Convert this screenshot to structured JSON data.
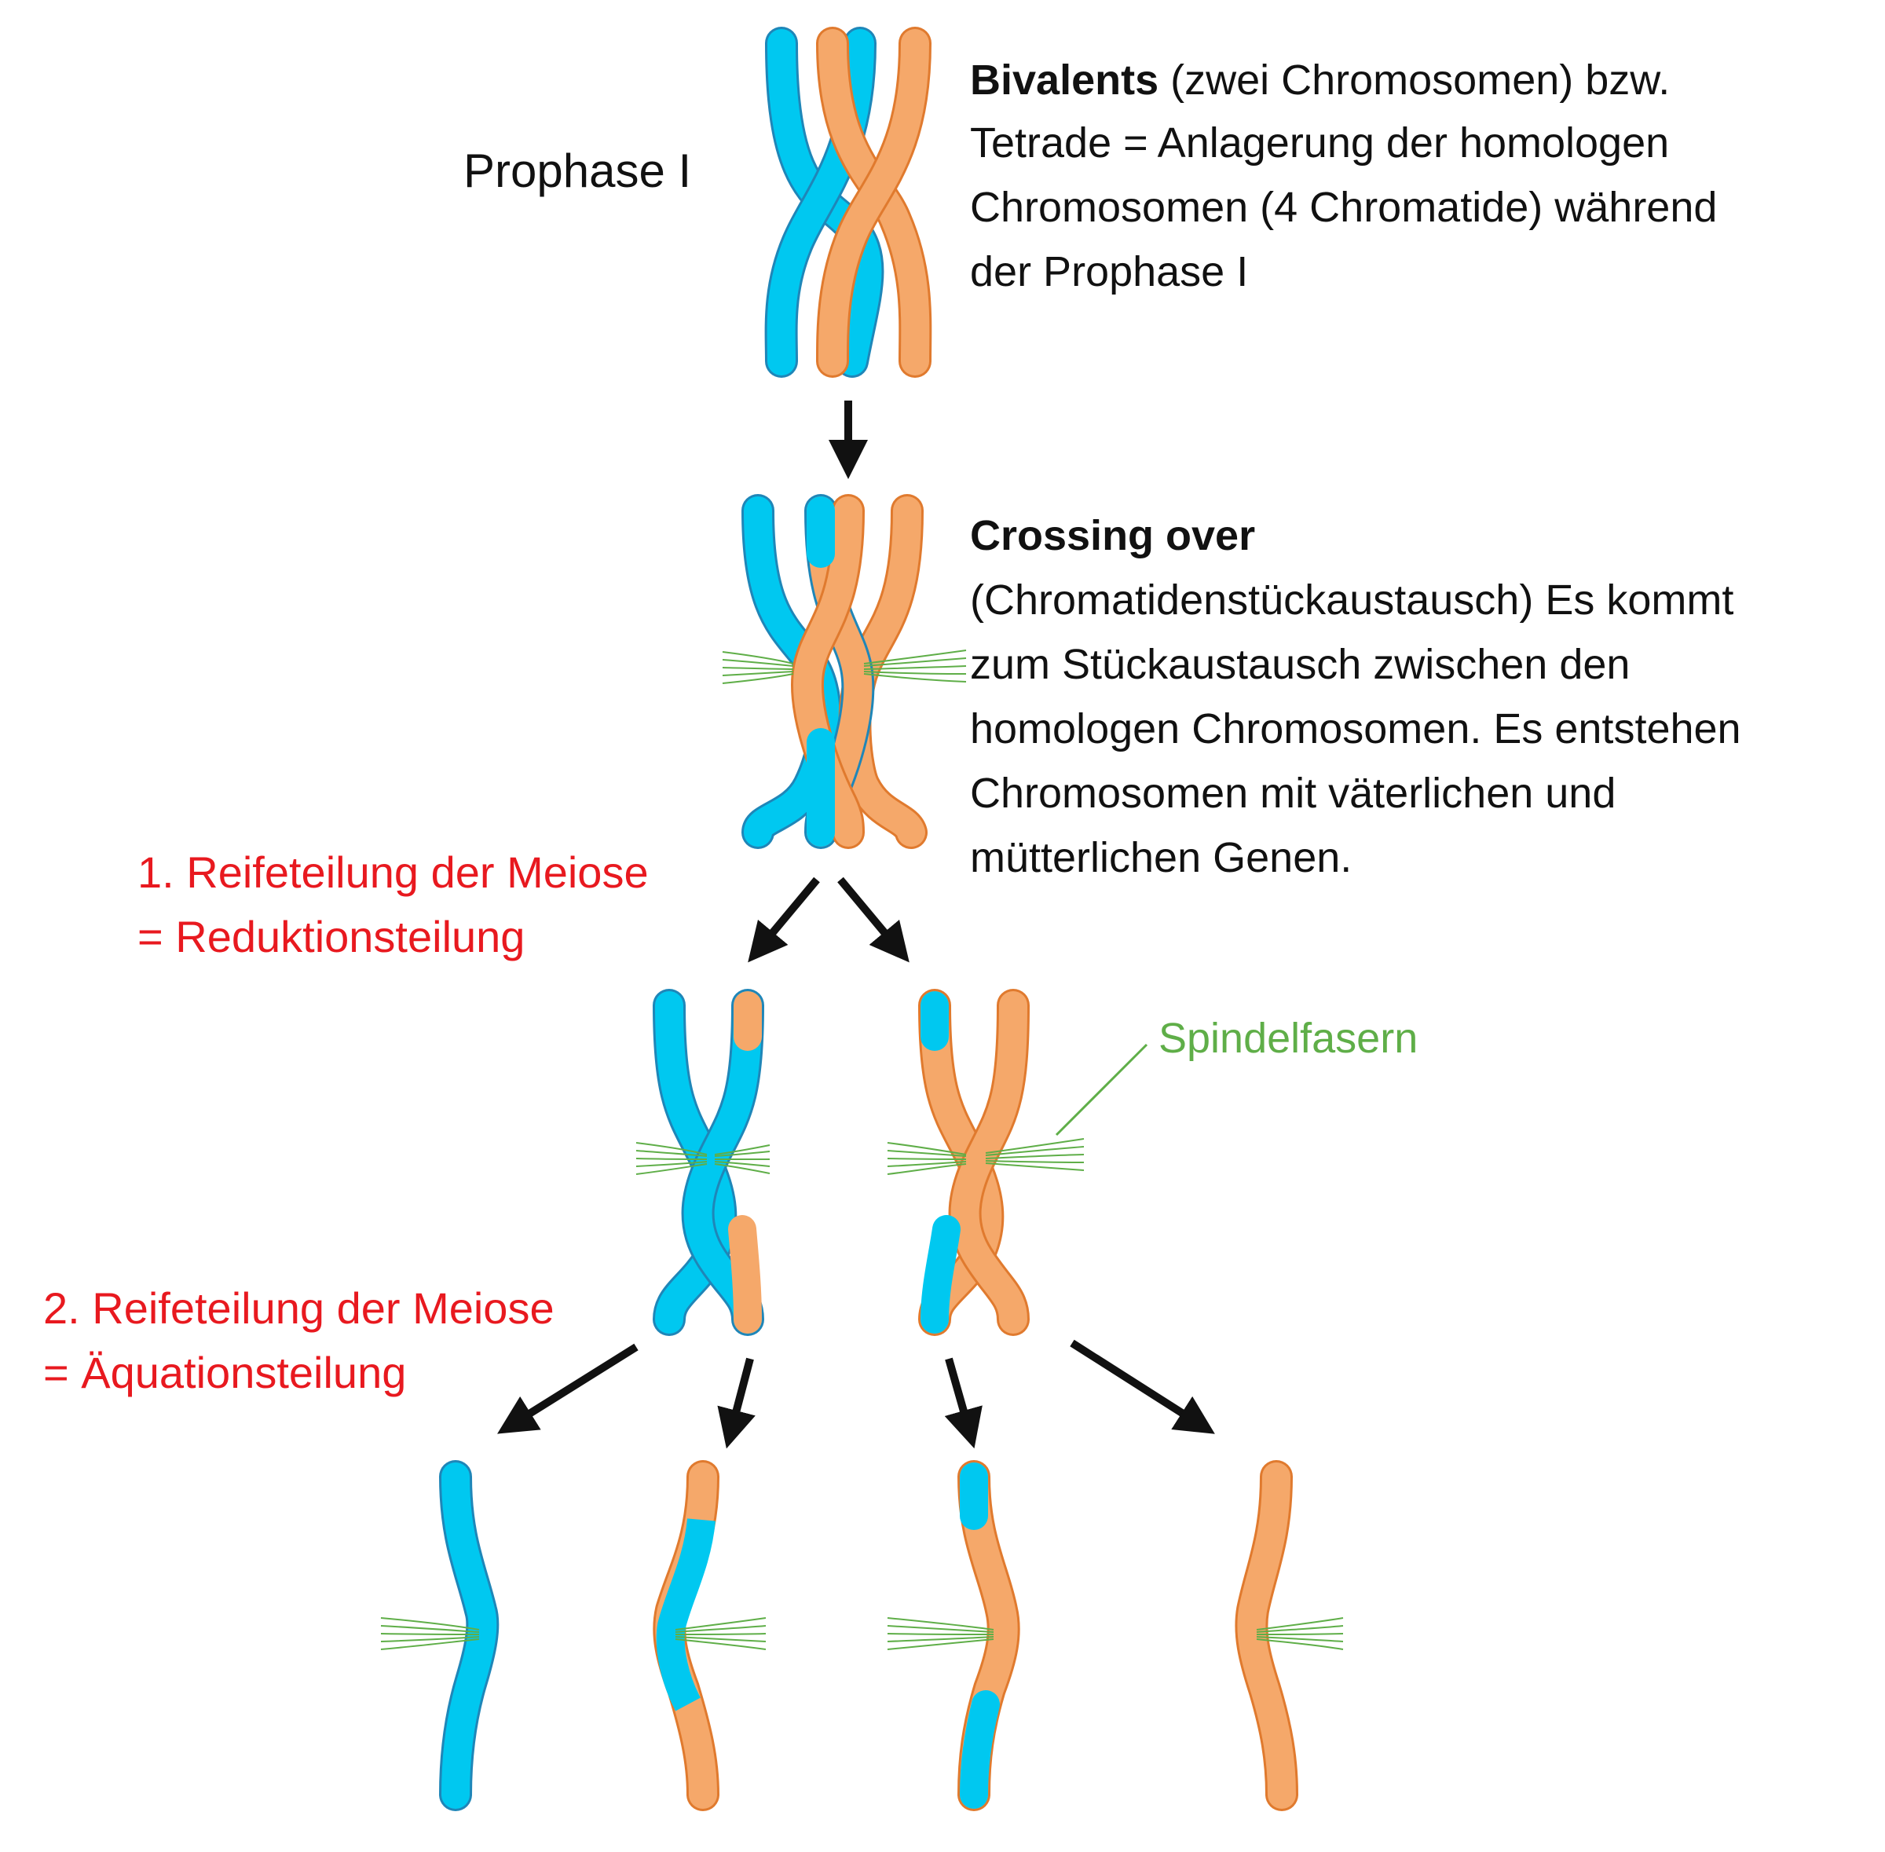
{
  "colors": {
    "blue": "#00c8f0",
    "blue_stroke": "#1f86b8",
    "orange": "#f5a86a",
    "orange_stroke": "#e07a2e",
    "fiber": "#5fae48",
    "arrow": "#111111",
    "red": "#e8191f",
    "green_label": "#5fae48",
    "text": "#111111"
  },
  "labels": {
    "prophase": "Prophase I",
    "reifeteilung1_line1": "1. Reifeteilung der Meiose",
    "reifeteilung1_line2": "= Reduktionsteilung",
    "reifeteilung2_line1": "2. Reifeteilung der Meiose",
    "reifeteilung2_line2": "= Äquationsteilung",
    "spindelfasern": "Spindelfasern"
  },
  "bivalent_text": {
    "line1_bold": "Bivalents",
    "line1_rest": " (zwei Chromosomen) bzw.",
    "line2": "Tetrade = Anlagerung der homologen",
    "line3": "Chromosomen (4 Chromatide) während",
    "line4": "der Prophase I"
  },
  "crossing_text": {
    "title": "Crossing over",
    "line1": "(Chromatidenstückaustausch) Es kommt",
    "line2": "zum Stückaustausch zwischen den",
    "line3": "homologen Chromosomen. Es entstehen",
    "line4": "Chromosomen mit väterlichen und",
    "line5": "mütterlichen Genen."
  }
}
